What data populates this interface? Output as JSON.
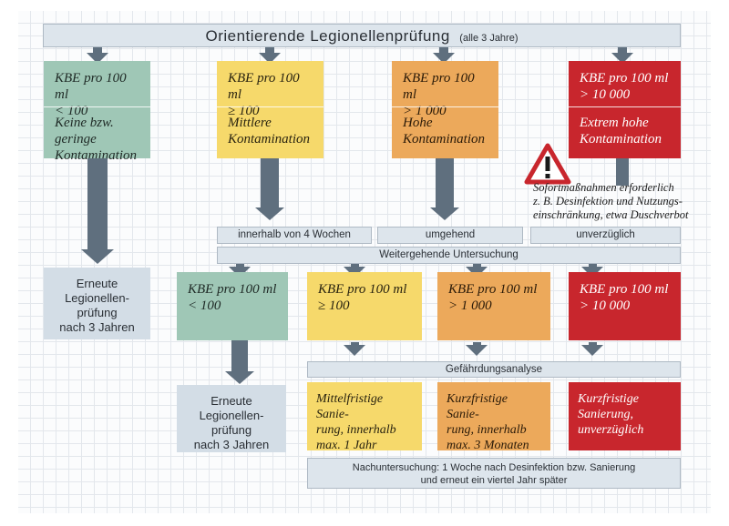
{
  "header": {
    "title": "Orientierende Legionellenprüfung",
    "note": "(alle 3 Jahre)"
  },
  "level1": [
    {
      "kbe": "KBE pro 100 ml\n< 100",
      "desc": "Keine bzw. geringe\nKontamination",
      "color": "#9fc7b6"
    },
    {
      "kbe": "KBE pro 100 ml\n≥ 100",
      "desc": "Mittlere\nKontamination",
      "color": "#f6d96b"
    },
    {
      "kbe": "KBE pro 100 ml\n> 1 000",
      "desc": "Hohe\nKontamination",
      "color": "#eca95b"
    },
    {
      "kbe": "KBE pro 100 ml\n> 10 000",
      "desc": "Extrem hohe\nKontamination",
      "color": "#c8262d"
    }
  ],
  "warning": {
    "icon": "warning-triangle-icon",
    "text": "Sofortmaßnahmen erforderlich\nz. B. Desinfektion und Nutzungs-\neinschränkung, etwa Duschverbot"
  },
  "timing": [
    "innerhalb von 4 Wochen",
    "umgehend",
    "unverzüglich"
  ],
  "further_label": "Weitergehende Untersuchung",
  "retest": "Erneute\nLegionellen-\nprüfung\nnach 3 Jahren",
  "level2": [
    {
      "kbe": "KBE pro 100 ml\n< 100",
      "color": "#9fc7b6"
    },
    {
      "kbe": "KBE pro 100 ml\n≥ 100",
      "color": "#f6d96b"
    },
    {
      "kbe": "KBE pro 100 ml\n> 1 000",
      "color": "#eca95b"
    },
    {
      "kbe": "KBE pro 100 ml\n> 10 000",
      "color": "#c8262d"
    }
  ],
  "hazard_label": "Gefährdungsanalyse",
  "retest2": "Erneute\nLegionellen-\nprüfung\nnach 3 Jahren",
  "remediation": [
    {
      "text": "Mittelfristige Sanie-\nrung, innerhalb\nmax. 1 Jahr",
      "color": "#f6d96b"
    },
    {
      "text": "Kurzfristige Sanie-\nrung, innerhalb\nmax. 3 Monaten",
      "color": "#eca95b"
    },
    {
      "text": "Kurzfristige\nSanierung,\nunverzüglich",
      "color": "#c8262d"
    }
  ],
  "followup": "Nachuntersuchung: 1 Woche nach Desinfektion bzw. Sanierung\nund erneut ein viertel Jahr später"
}
